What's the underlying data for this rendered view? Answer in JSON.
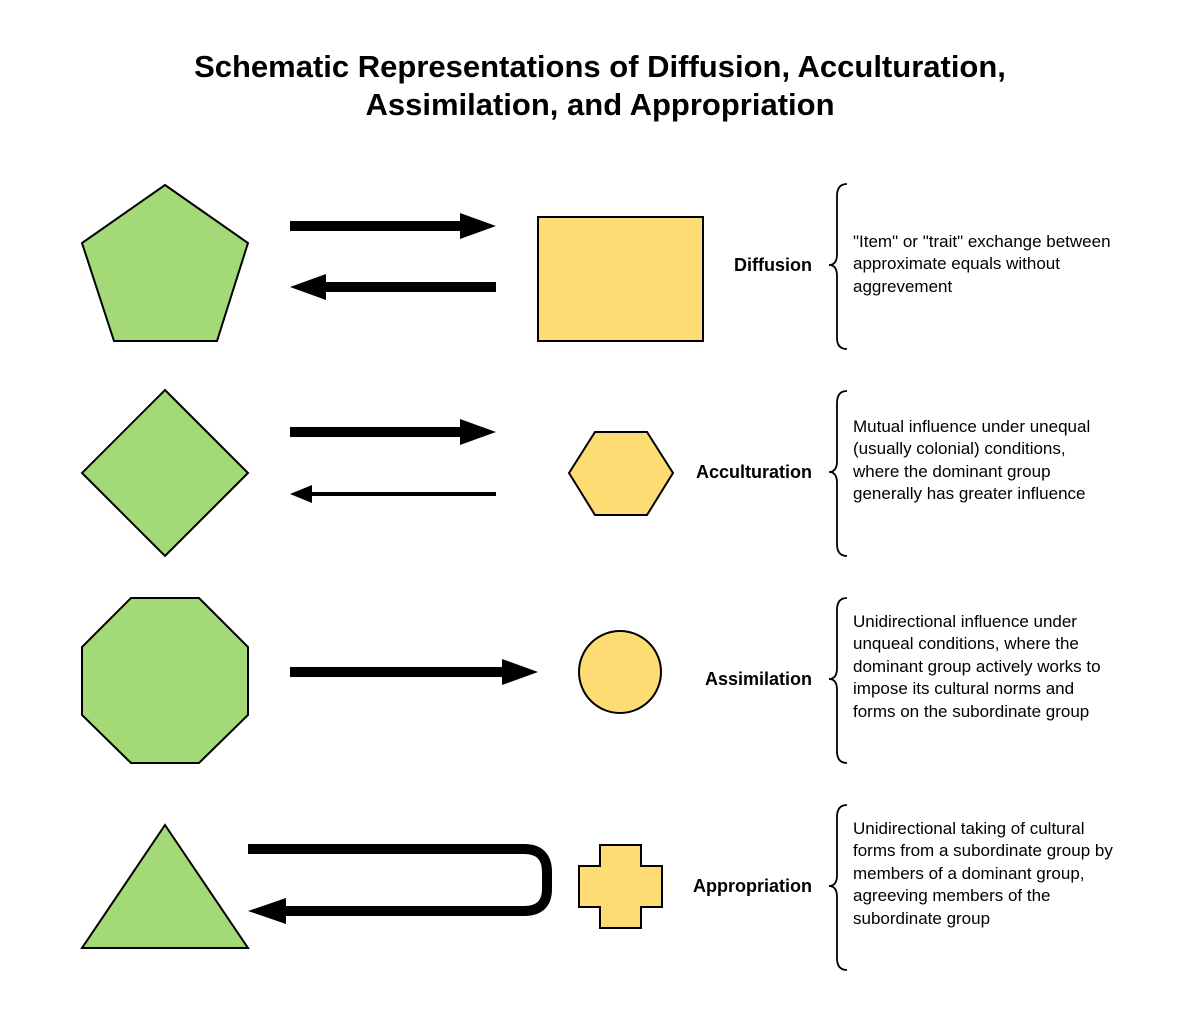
{
  "title": {
    "line1": "Schematic Representations of Diffusion, Acculturation,",
    "line2": "Assimilation, and Appropriation"
  },
  "colors": {
    "green": "#a3d977",
    "yellow": "#fddd73",
    "stroke": "#000000"
  },
  "rows": [
    {
      "label": "Diffusion",
      "description": "\"Item\" or \"trait\" exchange between approximate equals without aggrevement",
      "source_shape": "pentagon",
      "target_shape": "square",
      "arrows": "two-way-equal"
    },
    {
      "label": "Acculturation",
      "description": "Mutual influence under unequal (usually colonial) conditions, where the dominant group generally has greater influence",
      "source_shape": "diamond",
      "target_shape": "hexagon",
      "arrows": "two-way-unequal"
    },
    {
      "label": "Assimilation",
      "description": "Unidirectional influence under unqueal conditions, where the dominant group actively works to impose its cultural norms and forms on the subordinate group",
      "source_shape": "octagon",
      "target_shape": "circle",
      "arrows": "one-way-to-target"
    },
    {
      "label": "Appropriation",
      "description": "Unidirectional taking of cultural forms from a subordinate group by members of a dominant group, agreeving members of the subordinate group",
      "source_shape": "triangle",
      "target_shape": "cross",
      "arrows": "loop-back-to-source"
    }
  ]
}
